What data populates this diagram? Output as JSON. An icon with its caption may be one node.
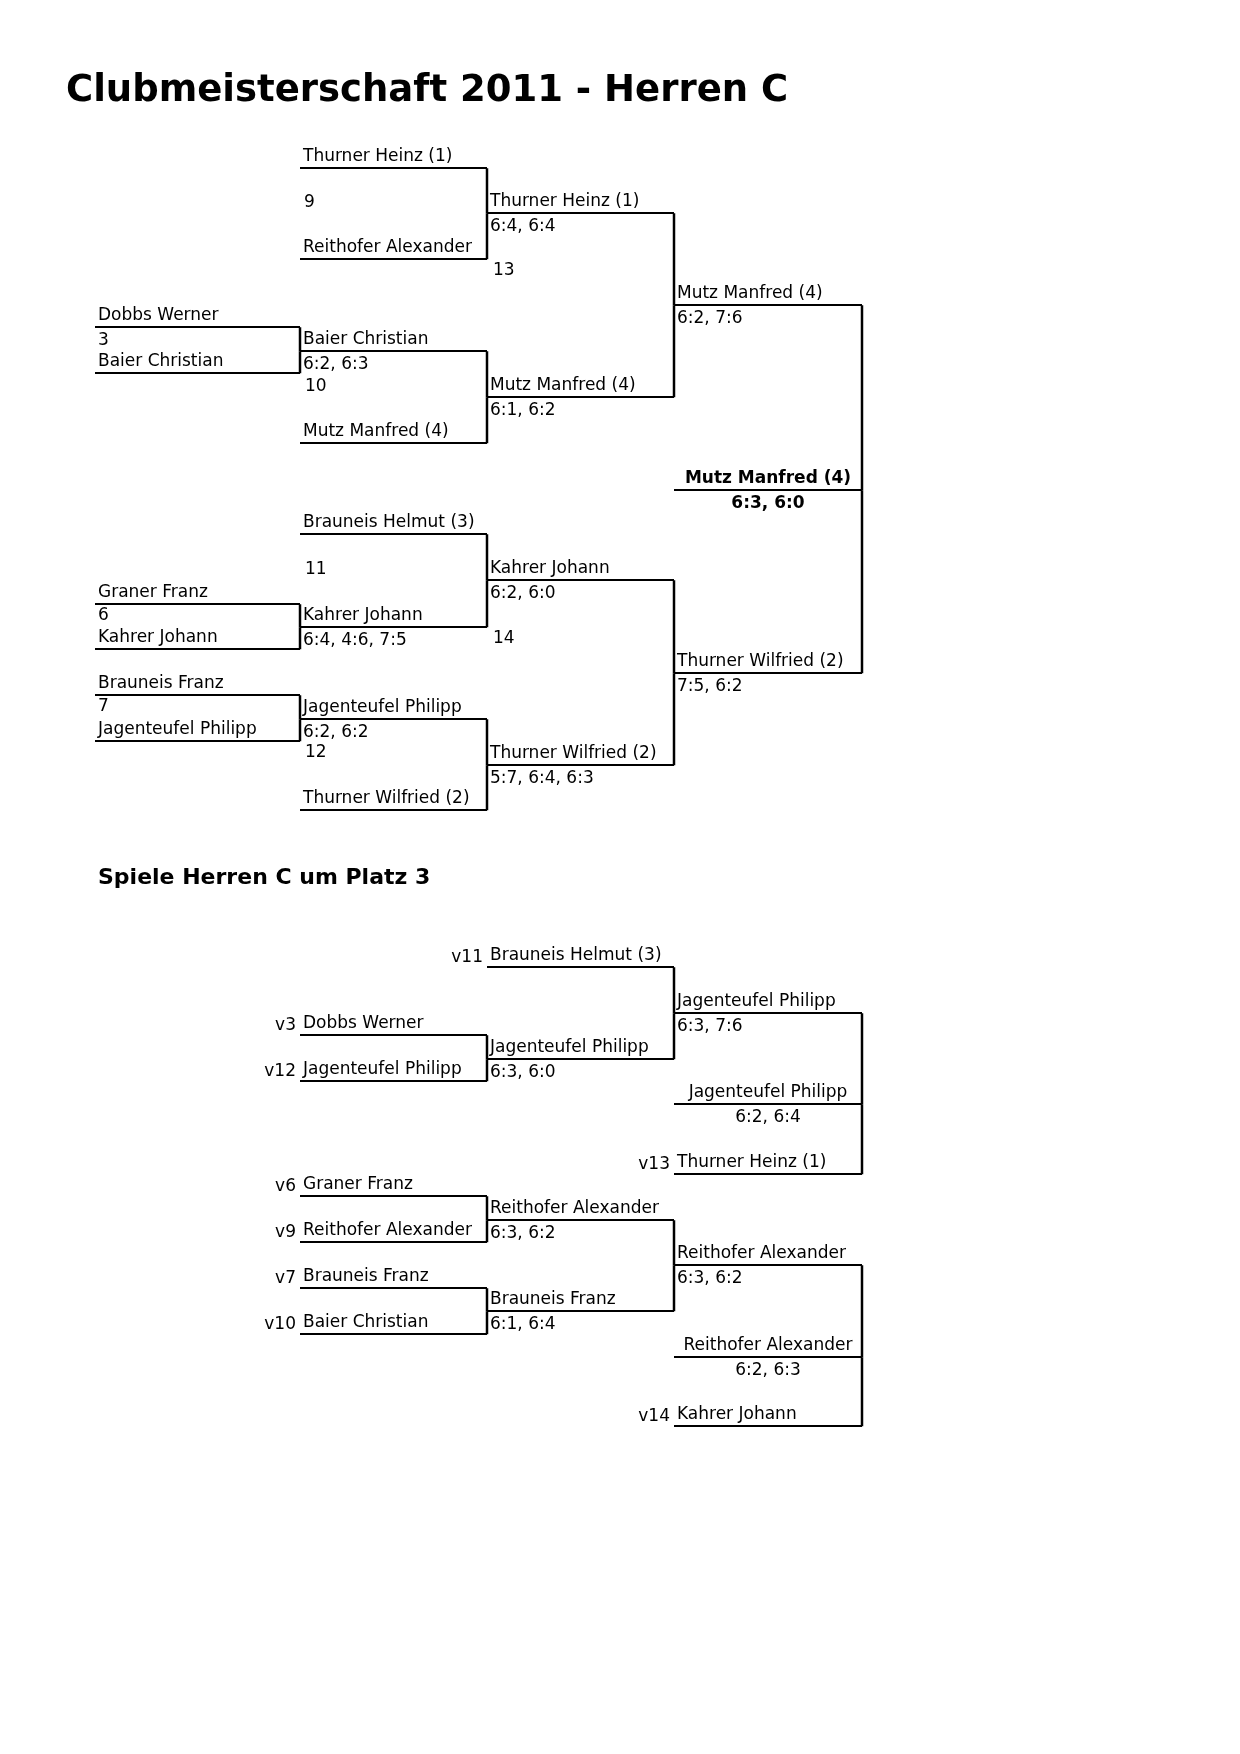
{
  "diagram": {
    "title": "Clubmeisterschaft 2011 - Herren C",
    "nodes": [
      {
        "text": [
          "Thurner Heinz (1)"
        ]
      },
      {
        "text": [
          "Thurner Heinz (1)",
          "6:4, 6:4"
        ]
      },
      {
        "text": [
          "Reithofer Alexander"
        ]
      },
      {
        "text": [
          "Mutz Manfred (4)",
          "6:2, 7:6"
        ]
      },
      {
        "text": [
          "Dobbs Werner"
        ]
      },
      {
        "text": [
          "Baier Christian",
          "6:2, 6:3"
        ]
      },
      {
        "text": [
          "Baier Christian"
        ]
      },
      {
        "text": [
          "Mutz Manfred (4)",
          "6:1, 6:2"
        ]
      },
      {
        "text": [
          "Mutz Manfred (4)"
        ]
      },
      {
        "text": [
          "Mutz Manfred (4)",
          "6:3, 6:0"
        ]
      },
      {
        "text": [
          "Brauneis Helmut (3)"
        ]
      },
      {
        "text": [
          "Kahrer Johann",
          "6:2, 6:0"
        ]
      },
      {
        "text": [
          "Graner Franz"
        ]
      },
      {
        "text": [
          "Kahrer Johann",
          "6:4, 4:6, 7:5"
        ]
      },
      {
        "text": [
          "Kahrer Johann"
        ]
      },
      {
        "text": [
          "Thurner Wilfried (2)",
          "7:5, 6:2"
        ]
      },
      {
        "text": [
          "Brauneis Franz"
        ]
      },
      {
        "text": [
          "Jagenteufel Philipp",
          "6:2, 6:2"
        ]
      },
      {
        "text": [
          "Jagenteufel Philipp"
        ]
      },
      {
        "text": [
          "Thurner Wilfried (2)",
          "5:7, 6:4, 6:3"
        ]
      },
      {
        "text": [
          "Thurner Wilfried (2)"
        ]
      },
      {
        "text": [
          "Brauneis Helmut (3)"
        ],
        "beside": [
          "v11"
        ]
      },
      {
        "text": [
          "Jagenteufel Philipp",
          "6:3, 7:6"
        ]
      },
      {
        "text": [
          "Dobbs Werner"
        ],
        "beside": [
          "v3"
        ]
      },
      {
        "text": [
          "Jagenteufel Philipp",
          "6:3, 6:0"
        ]
      },
      {
        "text": [
          "Jagenteufel Philipp"
        ],
        "beside": [
          "v12"
        ]
      },
      {
        "text": [
          "Jagenteufel Philipp",
          "6:2, 6:4"
        ]
      },
      {
        "text": [
          "Thurner Heinz (1)"
        ],
        "beside": [
          "v13"
        ]
      },
      {
        "text": [
          "Graner Franz"
        ],
        "beside": [
          "v6"
        ]
      },
      {
        "text": [
          "Reithofer Alexander",
          "6:3, 6:2"
        ]
      },
      {
        "text": [
          "Reithofer Alexander"
        ],
        "beside": [
          "v9"
        ]
      },
      {
        "text": [
          "Reithofer Alexander",
          "6:3, 6:2"
        ]
      },
      {
        "text": [
          "Brauneis Franz"
        ],
        "beside": [
          "v7"
        ]
      },
      {
        "text": [
          "Brauneis Franz",
          "6:1, 6:4"
        ]
      },
      {
        "text": [
          "Baier Christian"
        ],
        "beside": [
          "v10"
        ]
      },
      {
        "text": [
          "Reithofer Alexander",
          "6:2, 6:3"
        ]
      },
      {
        "text": [
          "Kahrer Johann"
        ],
        "beside": [
          "v14"
        ]
      }
    ],
    "edges": [
      {
        "from": 0,
        "to": 1,
        "arrow": "none"
      },
      {
        "from": 2,
        "to": 1,
        "arrow": "none"
      },
      {
        "from": 4,
        "to": 5,
        "arrow": "none"
      },
      {
        "from": 6,
        "to": 5,
        "arrow": "none"
      },
      {
        "from": 5,
        "to": 7,
        "arrow": "none"
      },
      {
        "from": 8,
        "to": 7,
        "arrow": "none"
      },
      {
        "from": 1,
        "to": 3,
        "arrow": "none"
      },
      {
        "from": 7,
        "to": 3,
        "arrow": "none"
      },
      {
        "from": 3,
        "to": 9,
        "arrow": "none"
      },
      {
        "from": 15,
        "to": 9,
        "arrow": "none"
      },
      {
        "from": 10,
        "to": 11,
        "arrow": "none"
      },
      {
        "from": 13,
        "to": 11,
        "arrow": "none"
      },
      {
        "from": 12,
        "to": 13,
        "arrow": "none"
      },
      {
        "from": 14,
        "to": 13,
        "arrow": "none"
      },
      {
        "from": 11,
        "to": 15,
        "arrow": "none"
      },
      {
        "from": 19,
        "to": 15,
        "arrow": "none"
      },
      {
        "from": 16,
        "to": 17,
        "arrow": "none"
      },
      {
        "from": 18,
        "to": 17,
        "arrow": "none"
      },
      {
        "from": 17,
        "to": 19,
        "arrow": "none"
      },
      {
        "from": 20,
        "to": 19,
        "arrow": "none"
      },
      {
        "from": 21,
        "to": 22,
        "arrow": "none"
      },
      {
        "from": 24,
        "to": 22,
        "arrow": "none"
      },
      {
        "from": 23,
        "to": 24,
        "arrow": "none"
      },
      {
        "from": 25,
        "to": 24,
        "arrow": "none"
      },
      {
        "from": 22,
        "to": 26,
        "arrow": "none"
      },
      {
        "from": 27,
        "to": 26,
        "arrow": "none"
      },
      {
        "from": 28,
        "to": 29,
        "arrow": "none"
      },
      {
        "from": 30,
        "to": 29,
        "arrow": "none"
      },
      {
        "from": 32,
        "to": 33,
        "arrow": "none"
      },
      {
        "from": 34,
        "to": 33,
        "arrow": "none"
      },
      {
        "from": 29,
        "to": 31,
        "arrow": "none"
      },
      {
        "from": 33,
        "to": 31,
        "arrow": "none"
      },
      {
        "from": 31,
        "to": 35,
        "arrow": "none"
      },
      {
        "from": 36,
        "to": 35,
        "arrow": "none"
      }
    ],
    "labels": [
      "9",
      "13",
      "3",
      "10",
      "11",
      "6",
      "14",
      "7",
      "12",
      "Spiele Herren C um Platz 3"
    ]
  }
}
